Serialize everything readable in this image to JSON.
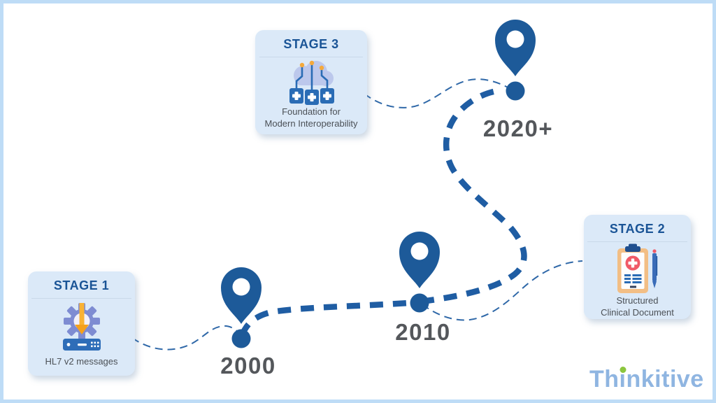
{
  "diagram": {
    "type": "timeline-infographic",
    "subject": "Evolution of healthcare interoperability standards"
  },
  "colors": {
    "canvas_border": "#bedcf6",
    "card_background": "#dbe9f8",
    "stage_title_blue": "#1a5496",
    "path_blue": "#1f5da3",
    "pin_blue": "#1d5a99",
    "year_gray": "#54575b",
    "logo_blue": "#8fb5e1",
    "logo_green": "#8cc63e"
  },
  "stages": [
    {
      "id": "stage-1",
      "title": "STAGE 1",
      "label": "HL7 v2 messages",
      "label_lines": [
        "HL7 v2 messages"
      ],
      "icon": "gear-download-server-icon"
    },
    {
      "id": "stage-2",
      "title": "STAGE 2",
      "label": "Structured Clinical Document",
      "label_lines": [
        "Structured",
        "Clinical Document"
      ],
      "icon": "clinical-clipboard-pen-icon"
    },
    {
      "id": "stage-3",
      "title": "STAGE 3",
      "label": "Foundation for Modern Interoperability",
      "label_lines": [
        "Foundation for",
        "Modern Interoperability"
      ],
      "icon": "cloud-connected-systems-icon"
    }
  ],
  "milestones": [
    {
      "year": "2000"
    },
    {
      "year": "2010"
    },
    {
      "year": "2020+"
    }
  ],
  "logo": {
    "text": "Thinkitive",
    "parts": {
      "pre": "Th",
      "accent": "i",
      "post": "nkitive"
    }
  }
}
